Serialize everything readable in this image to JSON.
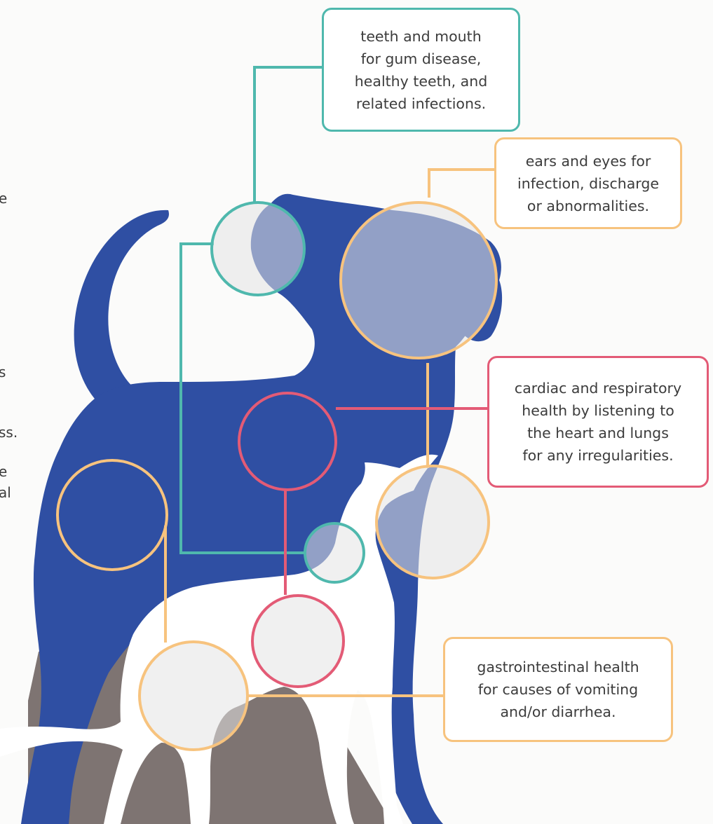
{
  "colors": {
    "dog": "#2f4fa3",
    "cat": "#ffffff",
    "ground": "#7e7472",
    "teal": "#4fb8ad",
    "orange": "#f7c37e",
    "pink": "#e35b76",
    "lens": "#e4e4e4"
  },
  "labels": {
    "teeth": "teeth and mouth\nfor gum disease,\nhealthy teeth, and\nrelated infections.",
    "ears": "ears and eyes for\ninfection, discharge\nor abnormalities.",
    "cardiac": "cardiac and respiratory\nhealth by listening to\nthe heart and lungs\nfor any irregularities.",
    "gi": "gastrointestinal health\nfor causes of vomiting\nand/or diarrhea."
  },
  "cropped_text": [
    "e",
    "s",
    "ss.",
    "e",
    "al"
  ]
}
